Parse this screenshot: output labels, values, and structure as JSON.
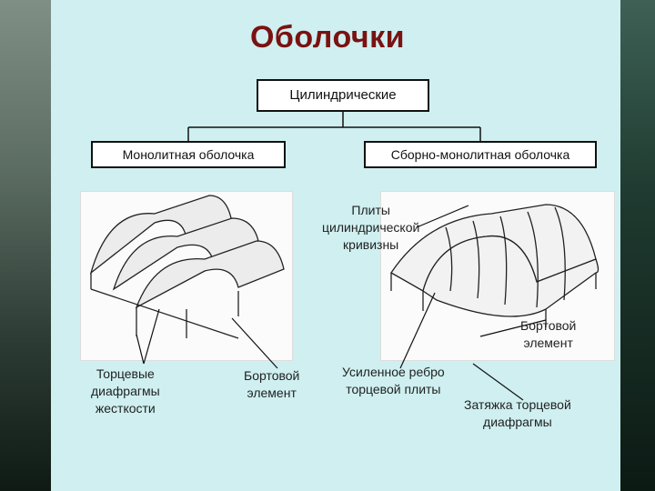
{
  "title": "Оболочки",
  "type_box": "Цилиндрические",
  "monolithic_box": "Монолитная оболочка",
  "prefab_box": "Сборно-монолитная оболочка",
  "labels": {
    "plates": "Плиты\nцилиндрической\nкривизны",
    "edge_right": "Бортовой\nэлемент",
    "end_diaphragms": "Торцевые\nдиафрагмы\nжесткости",
    "edge_left": "Бортовой\nэлемент",
    "rib": "Усиленное ребро\nторцевой плиты",
    "tie": "Затяжка торцевой\nдиафрагмы"
  },
  "colors": {
    "title": "#7a1212",
    "background": "#cfeff0"
  }
}
